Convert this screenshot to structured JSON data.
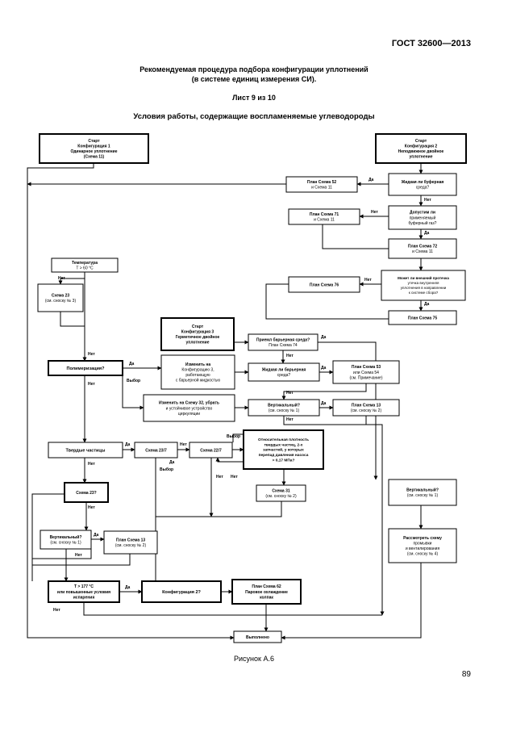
{
  "header": {
    "standard": "ГОСТ 32600—2013",
    "title_line1": "Рекомендуемая процедура подбора конфигурации уплотнений",
    "title_line2": "(в системе единиц измерения СИ).",
    "sheet": "Лист 9 из 10",
    "subtitle": "Условия работы, содержащие воспламеняемые углеводороды"
  },
  "nodes": {
    "start1": [
      "Старт",
      "Конфигурация 1",
      "Одинарное уплотнение",
      "(Схема 11)"
    ],
    "start2": [
      "Старт",
      "Конфигурация 2",
      "Неподвижное двойное",
      "уплотнение"
    ],
    "plan52": [
      "План Схема 52",
      "и Схема 11"
    ],
    "buffer_q": [
      "Жидкая ли буферная",
      "среда?"
    ],
    "plan71": [
      "План Схема 71",
      "и Схема 11"
    ],
    "admit_q": [
      "Допустим ли",
      "применяемый",
      "буферный газ?"
    ],
    "plan72": [
      "План Схема 72",
      "и Схема 11"
    ],
    "temp": [
      "Температура",
      "T > 60 °C"
    ],
    "scheme23": [
      "Схема 23",
      "(см. сноску № 3)"
    ],
    "leak_q": [
      "Может ли внешний протечка",
      "утечка внутренняя",
      "уплотнения в направлении",
      "к системе сбора?"
    ],
    "plan76": [
      "План Схема 76"
    ],
    "plan75": [
      "План Схема 75"
    ],
    "start3": [
      "Старт",
      "Конфигурация 3",
      "Герметичное двойное",
      "уплотнение"
    ],
    "barrier_q": [
      "Приемл барьерная среда?",
      "План Схема 74"
    ],
    "polymer_q": [
      "Полимеризация?"
    ],
    "change3": [
      "Изменить на",
      "Конфигурацию 3,",
      "работающую",
      "с барьерной жидкостью"
    ],
    "liquid_barrier_q": [
      "Жидкая ли барьерная",
      "среда?"
    ],
    "plan53": [
      "План Схема 53",
      "или Схема 54",
      "(см. Примечание)"
    ],
    "change32": [
      "Изменить на Схему 32, убрать",
      "и устойчивое устройство",
      "циркуляции"
    ],
    "vertical_q1": [
      "Вертикальный?",
      "(см. сноску № 1)"
    ],
    "plan13a": [
      "План Схема 13",
      "(см. сноску № 2)"
    ],
    "solids": [
      "Твердые частицы"
    ],
    "scheme23_7": [
      "Схема 23/7"
    ],
    "scheme22_7": [
      "Схема 22/7"
    ],
    "density": [
      "Относительная плотность",
      "твердых частиц, 2-х",
      "запчастей, у которых",
      "перепад давления насоса",
      "> 0,17 МПа?"
    ],
    "scheme23q": [
      "Схема 23?"
    ],
    "scheme31": [
      "Схема 31",
      "(см. сноску № 2)"
    ],
    "vertical_q2": [
      "Вертикальный?",
      "(см. сноску № 1)"
    ],
    "plan13b": [
      "План Схема 13",
      "(см. сноску № 2)"
    ],
    "vertical_q3": [
      "Вертикальный?",
      "(см. сноску № 1)"
    ],
    "quench": [
      "Рассмотреть схему",
      "промывки",
      "и вентилирования",
      "(см. сноску № 4)"
    ],
    "temp177": [
      "T > 177 °C",
      "или повышенные условия",
      "испарения"
    ],
    "config27": [
      "Конфигурация 2?"
    ],
    "plan62": [
      "План Схема 62",
      "Паровое охлаждение",
      "колпак"
    ],
    "done": [
      "Выполнено"
    ]
  },
  "labels": {
    "yes": "Да",
    "no": "Нет",
    "choice": "Выбор"
  },
  "footer": {
    "figure": "Рисунок А.6",
    "page": "89"
  }
}
